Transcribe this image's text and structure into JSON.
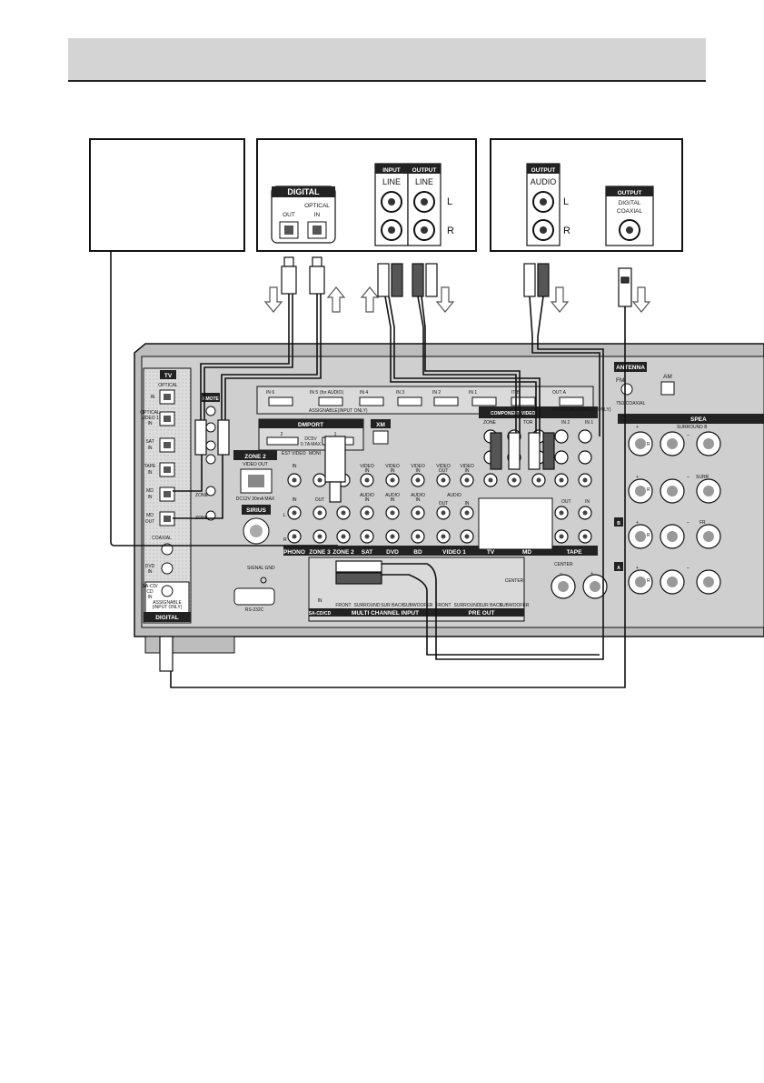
{
  "colors": {
    "header_bar": "#d4d4d4",
    "panel": "#cfcfcf",
    "panel_dark": "#2a2a2a",
    "cable": "#111111"
  },
  "devices": {
    "blank_box": {},
    "md_deck": {
      "digital_header": "DIGITAL",
      "optical_label": "OPTICAL",
      "out_label": "OUT",
      "in_label": "IN",
      "input_header": "INPUT",
      "output_header": "OUTPUT",
      "line_in_label": "LINE",
      "line_out_label": "LINE",
      "l_label": "L",
      "r_label": "R"
    },
    "player": {
      "output_header": "OUTPUT",
      "audio_label": "AUDIO",
      "l_label": "L",
      "r_label": "R",
      "output_header_2": "OUTPUT",
      "digital_label": "DIGITAL",
      "coaxial_label": "COAXIAL"
    }
  },
  "receiver": {
    "tv": "TV",
    "optical": "OPTICAL",
    "in": "IN",
    "optical_video1_in": [
      "OPTICAL",
      "VIDEO 1",
      "IN"
    ],
    "sat_in": [
      "SAT",
      "IN"
    ],
    "tape_in": [
      "TAPE",
      "IN"
    ],
    "md_in": [
      "MD",
      "IN"
    ],
    "md_out": [
      "MD",
      "OUT"
    ],
    "coaxial": "COAXIAL",
    "dvd_in": [
      "DVD",
      "IN"
    ],
    "sacd_in": [
      "SA-CD/",
      "CD",
      "IN"
    ],
    "assignable_input_only_short": [
      "ASSIGNABLE",
      "(INPUT ONLY)"
    ],
    "digital": "DIGITAL",
    "remote": "EMOTE",
    "hdmi_in": [
      "IN 6",
      "IN 5",
      "IN 4",
      "IN 3",
      "IN 2",
      "IN 1"
    ],
    "bd_audio": "(for AUDIO)",
    "assignable_input_only": "ASSIGNABLE(INPUT ONLY)",
    "out_b": "IT B",
    "out_a": "OUT A",
    "dmport": "DMPORT",
    "dmport_2": "2",
    "dmport_1": "1",
    "dmport_power": [
      "DC5V",
      "0.7A MAX"
    ],
    "xm": "XM",
    "zone2": "ZONE 2",
    "video_out": "VIDEO OUT",
    "zone2_power": "DC12V 30mA MAX",
    "sirius": "SIRIUS",
    "est_video": "EST VIDEO",
    "monitor": "MONI",
    "component_video": "COMPONENT VIDEO",
    "zone": "ZONE",
    "tor": "TOR",
    "assignable_input_only_right": "ASSIGNABLE(INPUT ONLY)",
    "antenna": "ANTENNA",
    "fm": "FM",
    "coaxial_75": "75Ω COAXIAL",
    "am": "AM",
    "speakers": "SPEA",
    "surround_b": "SURROUND B",
    "surround": "SURR",
    "front": "FR",
    "center": "CENTER",
    "speaker_b": "B",
    "speaker_a": "A",
    "plus": "+",
    "minus": "–",
    "r": "R",
    "l": "L",
    "video_in": [
      "VIDEO",
      "IN"
    ],
    "video_out_jack": [
      "VIDEO",
      "OUT"
    ],
    "audio_in": [
      "AUDIO",
      "IN"
    ],
    "audio": "AUDIO",
    "out": "OUT",
    "in2": "IN 2",
    "in1": "IN 1",
    "phono": "PHONO",
    "zone3": "ZONE 3",
    "zone2_label": "ZONE 2",
    "sat": "SAT",
    "dvd": "DVD",
    "bd": "BD",
    "video1": "VIDEO 1",
    "tv_label": "TV",
    "md": "MD",
    "tape": "TAPE",
    "signal_gnd": "SIGNAL GND",
    "rs232c": "RS-232C",
    "sacd_cd": "SA-CD/CD",
    "mc_front": "FRONT",
    "mc_surround": "SURROUND",
    "mc_sur_back": "SUR BACK",
    "mc_subwoofer": "SUBWOOFER",
    "multi_channel_input": "MULTI CHANNEL INPUT",
    "pre_out": "PRE OUT",
    "zone_small": "ZONE"
  }
}
